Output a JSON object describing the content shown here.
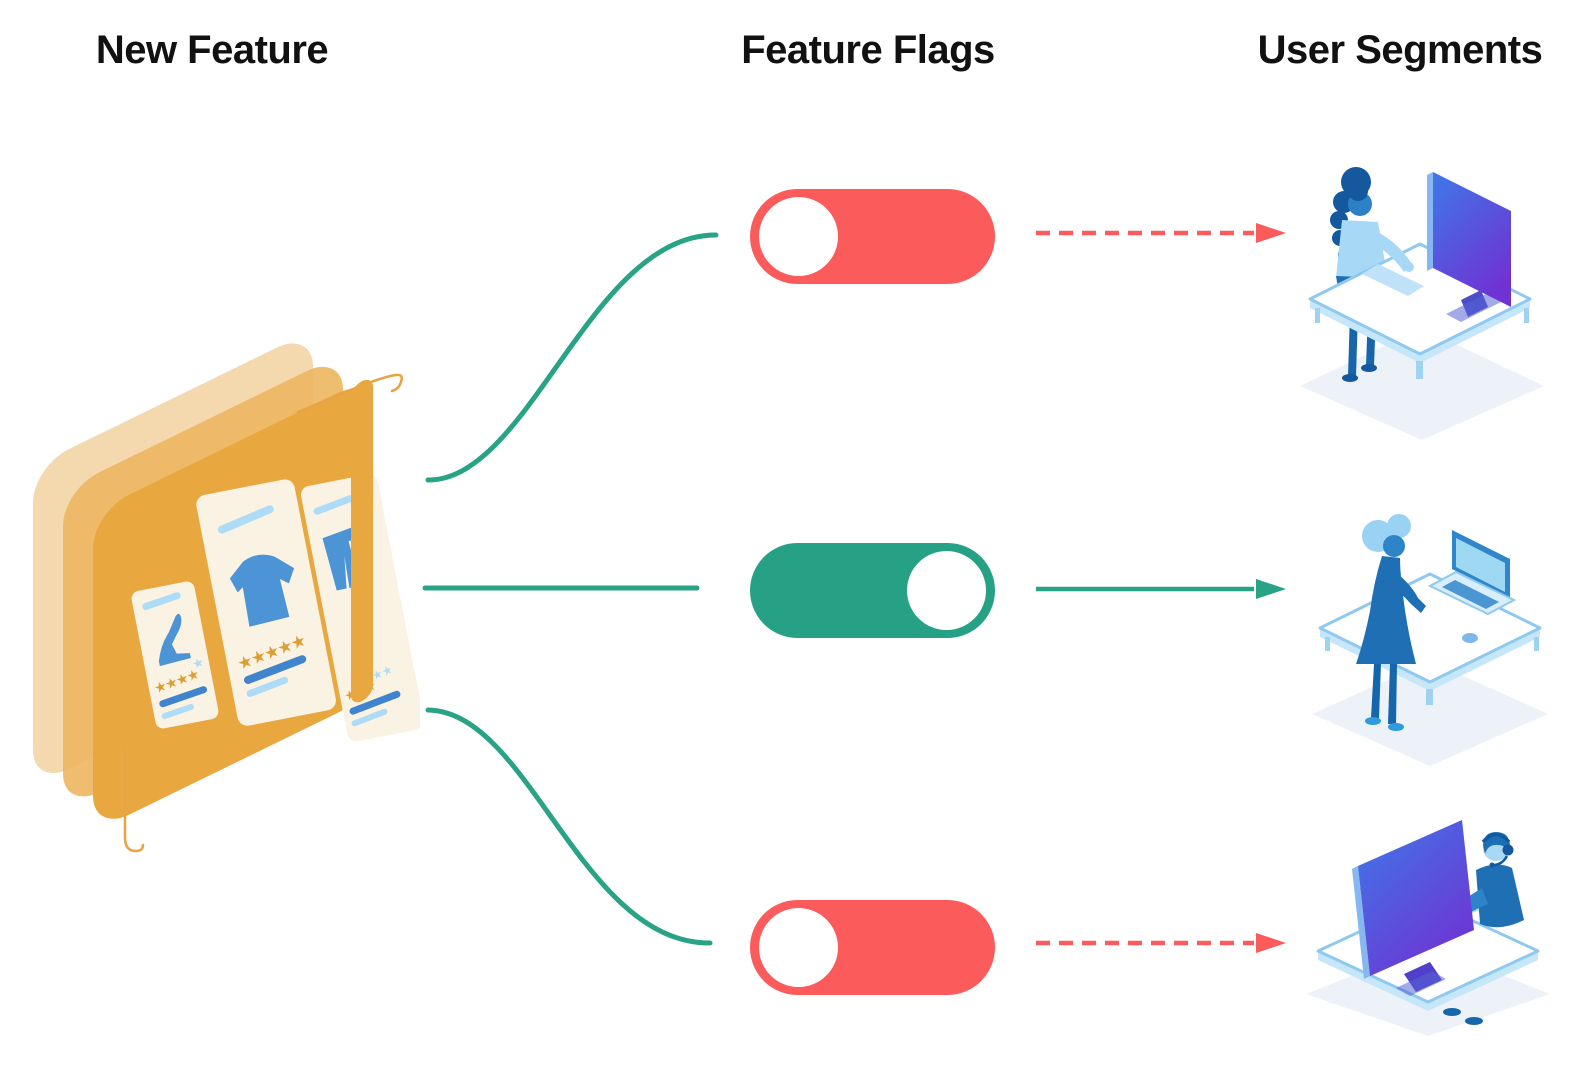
{
  "diagram": {
    "columns": [
      {
        "id": "new-feature",
        "label": "New Feature"
      },
      {
        "id": "feature-flags",
        "label": "Feature Flags"
      },
      {
        "id": "user-segments",
        "label": "User Segments"
      }
    ],
    "feature": {
      "name": "new-feature-illustration",
      "description": "three stacked orange app screens holding product review cards",
      "cards": [
        {
          "icon": "high-heel-icon",
          "rating_filled": 4,
          "rating_muted": 1
        },
        {
          "icon": "tshirt-icon",
          "rating_filled": 5,
          "rating_muted": 0
        },
        {
          "icon": "pants-icon",
          "rating_filled": 3,
          "rating_muted": 2
        }
      ]
    },
    "rows": [
      {
        "flag": {
          "name": "feature-flag-1",
          "state": "off"
        },
        "arrow": {
          "style": "dashed",
          "color": "#FB5B5B"
        },
        "segment": {
          "name": "user-segment-1",
          "illustration": "woman-standing-at-desktop-computer"
        }
      },
      {
        "flag": {
          "name": "feature-flag-2",
          "state": "on"
        },
        "arrow": {
          "style": "solid",
          "color": "#29A385"
        },
        "segment": {
          "name": "user-segment-2",
          "illustration": "woman-standing-at-laptop"
        }
      },
      {
        "flag": {
          "name": "feature-flag-3",
          "state": "off"
        },
        "arrow": {
          "style": "dashed",
          "color": "#FB5B5B"
        },
        "segment": {
          "name": "user-segment-3",
          "illustration": "support-agent-with-headset-at-monitor"
        }
      }
    ],
    "colors": {
      "flag_off": "#FB5B5B",
      "flag_on": "#27A185",
      "connector_green": "#29A385",
      "panel_orange": "#E9A83F",
      "card_cream": "#FAF3E4",
      "item_blue": "#4D94D6",
      "item_light_blue": "#AEDCF7",
      "star_orange": "#DD9F35",
      "people_dark_blue": "#1E6FB4",
      "people_light_blue": "#A7D8F5",
      "monitor_gradient": [
        "#3E79E8",
        "#6F33D4"
      ]
    }
  }
}
